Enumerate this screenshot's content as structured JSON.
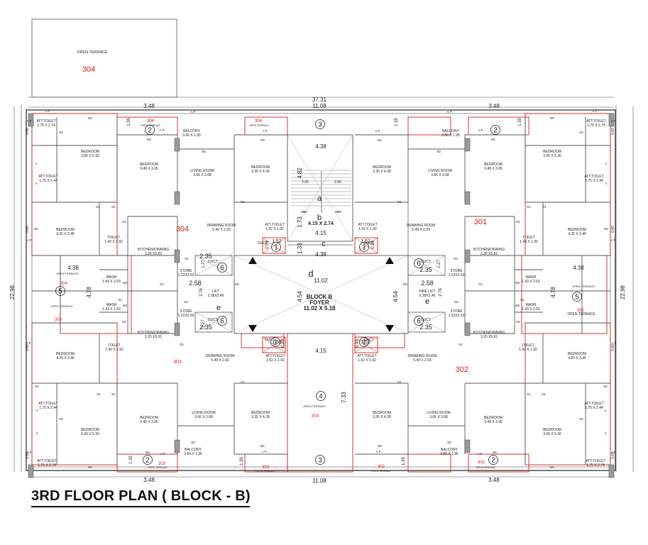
{
  "title": "3RD FLOOR PLAN ( BLOCK - B)",
  "colors": {
    "wall": "#222222",
    "line": "#555555",
    "red": "#d42020",
    "gray": "#8a8a8a"
  },
  "dims": {
    "overall_width": "37.31",
    "center_width": "11.08",
    "terrace_width": "3.48",
    "core_width": "4.38",
    "lobby_width": "4.15",
    "foyer_width": "11.02",
    "height": "22.98",
    "wing_depth": "4.78",
    "foyer_depth": "4.54",
    "stair_depth": "4.82",
    "lobby_depth": "1.73",
    "passage_depth": "1.33",
    "terrace_depth": "7.33",
    "small_1_35": "1.35",
    "small_0_60": "0.60",
    "stair_step": "2.00",
    "wc": "1.52",
    "wc_h": "0.99",
    "lift_w": "2.35",
    "lift_h": "2.58",
    "lift_s": "1.27",
    "lift_r": "2.76"
  },
  "markers": [
    "1",
    "2",
    "3",
    "4",
    "5",
    "6",
    "a",
    "b",
    "c",
    "d",
    "e"
  ],
  "units": [
    "301",
    "302",
    "303",
    "304"
  ],
  "red_labels": {
    "open_terrace": "OPEN TERRACE",
    "u304": "304",
    "u303": "303",
    "u302": "302"
  },
  "rooms": {
    "att_toilet": "ATT.TOILET",
    "att_toilet_a": "1.75 X 2.74",
    "att_toilet_b": "1.75 X 2.44",
    "bedroom": "BEDROOM",
    "bed_a": "3.66 X 5.30",
    "bed_b": "3.48 X 3.95",
    "bed_c": "3.35 X 4.28",
    "bed_d": "4.26 X 3.46",
    "balcony": "BALCONY",
    "balcony_dim": "3.66 X 1.95",
    "living": "LIVING ROOM",
    "living_dim": "3.66 X 3.68",
    "drawing": "DRAWING ROOM",
    "drawing_dim": "5.49 X 2.93",
    "att_toilet2_dim": "1.52 X 1.92",
    "toilet": "TOILET",
    "toilet_dim": "1.43 X 1.92",
    "kitchen": "KITCHEN/DINNING",
    "kitchen_dim": "3.20 X5.91",
    "wash": "WASH",
    "wash_dim": "1.43 X 2.63",
    "store": "STORE",
    "store_dim": "1.22X2.53",
    "lift": "LIFT",
    "fire_lift": "FIRE LIFT",
    "lift_dim": "2.28X2.46",
    "duct": "DUCT",
    "foyer_a": "BLOCK B",
    "foyer_b": "FOYER",
    "foyer_dim": "11.02 X 5.18",
    "lobby_dim": "4.15 X 2.74",
    "open_terrace": "OPEN TERRACE",
    "ap": "A.P",
    "w": "W",
    "w1": "W1",
    "w2": "W2",
    "d": "D",
    "d1": "D1",
    "d2": "D2",
    "sd": "SD",
    "v": "V",
    "ed": "ED",
    "up": "UP",
    "dn": "DN"
  }
}
